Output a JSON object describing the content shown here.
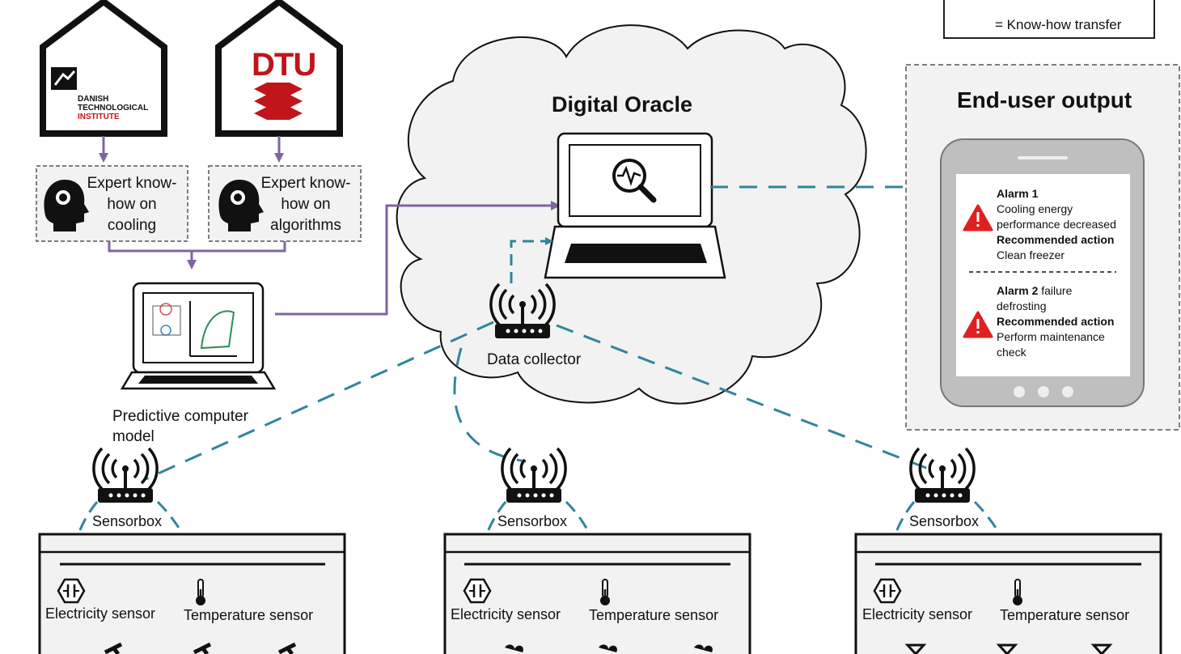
{
  "legend": {
    "know_how_label": "= Know-how transfer"
  },
  "institutes": {
    "dti_lines": [
      "DANISH",
      "TECHNOLOGICAL",
      "INSTITUTE"
    ],
    "dtu": "DTU"
  },
  "experts": {
    "cooling": [
      "Expert know-",
      "how on",
      "cooling"
    ],
    "algorithms": [
      "Expert know-",
      "how on",
      "algorithms"
    ]
  },
  "predictive": {
    "label_line1": "Predictive computer",
    "label_line2": "model"
  },
  "cloud": {
    "title": "Digital Oracle",
    "collector": "Data collector"
  },
  "output": {
    "title": "End-user output",
    "alarm1": {
      "title": "Alarm 1",
      "desc1": "Cooling energy",
      "desc2": "performance decreased",
      "action_label": "Recommended action",
      "action": "Clean freezer"
    },
    "alarm2": {
      "title": "Alarm 2",
      "suffix": " failure",
      "desc": "defrosting",
      "action_label": "Recommended action",
      "action1": "Perform maintenance",
      "action2": "check"
    }
  },
  "units": [
    {
      "sensorbox": "Sensorbox",
      "electricity": "Electricity sensor",
      "temperature": "Temperature sensor"
    },
    {
      "sensorbox": "Sensorbox",
      "electricity": "Electricity sensor",
      "temperature": "Temperature sensor"
    },
    {
      "sensorbox": "Sensorbox",
      "electricity": "Electricity sensor",
      "temperature": "Temperature sensor"
    }
  ],
  "colors": {
    "know_how": "#8064a2",
    "data_link": "#31849b",
    "cloud_fill": "#f2f2f2",
    "alarm": "#e02020"
  }
}
